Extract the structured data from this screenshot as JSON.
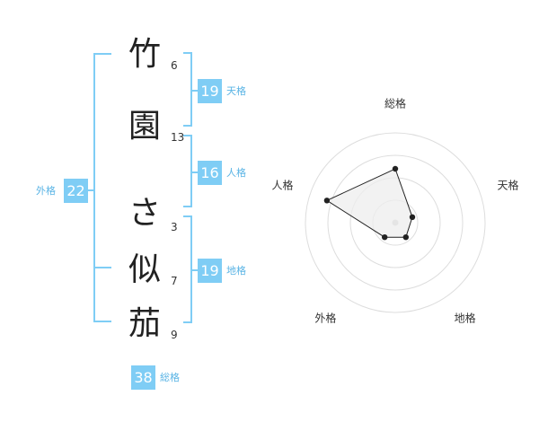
{
  "name": {
    "chars": [
      {
        "char": "竹",
        "strokes": "6"
      },
      {
        "char": "園",
        "strokes": "13"
      },
      {
        "char": "さ",
        "strokes": "3"
      },
      {
        "char": "似",
        "strokes": "7"
      },
      {
        "char": "茄",
        "strokes": "9"
      }
    ]
  },
  "fortune": {
    "tenkaku": {
      "value": "19",
      "label": "天格"
    },
    "jinkaku": {
      "value": "16",
      "label": "人格"
    },
    "chikaku": {
      "value": "19",
      "label": "地格"
    },
    "gaikaku": {
      "value": "22",
      "label": "外格"
    },
    "soukaku": {
      "value": "38",
      "label": "総格"
    }
  },
  "chart_data": {
    "type": "radar",
    "axes": [
      "総格",
      "天格",
      "地格",
      "外格",
      "人格"
    ],
    "values": [
      3,
      1,
      1,
      1,
      4
    ],
    "range": [
      0,
      5
    ],
    "rings": 4,
    "colors": {
      "fill": "#eeeeee",
      "stroke": "#222222",
      "ring": "#dddddd",
      "center": "#cccccc"
    }
  },
  "colors": {
    "accent": "#7fcdf5",
    "accent_text": "#5ab4e5"
  }
}
